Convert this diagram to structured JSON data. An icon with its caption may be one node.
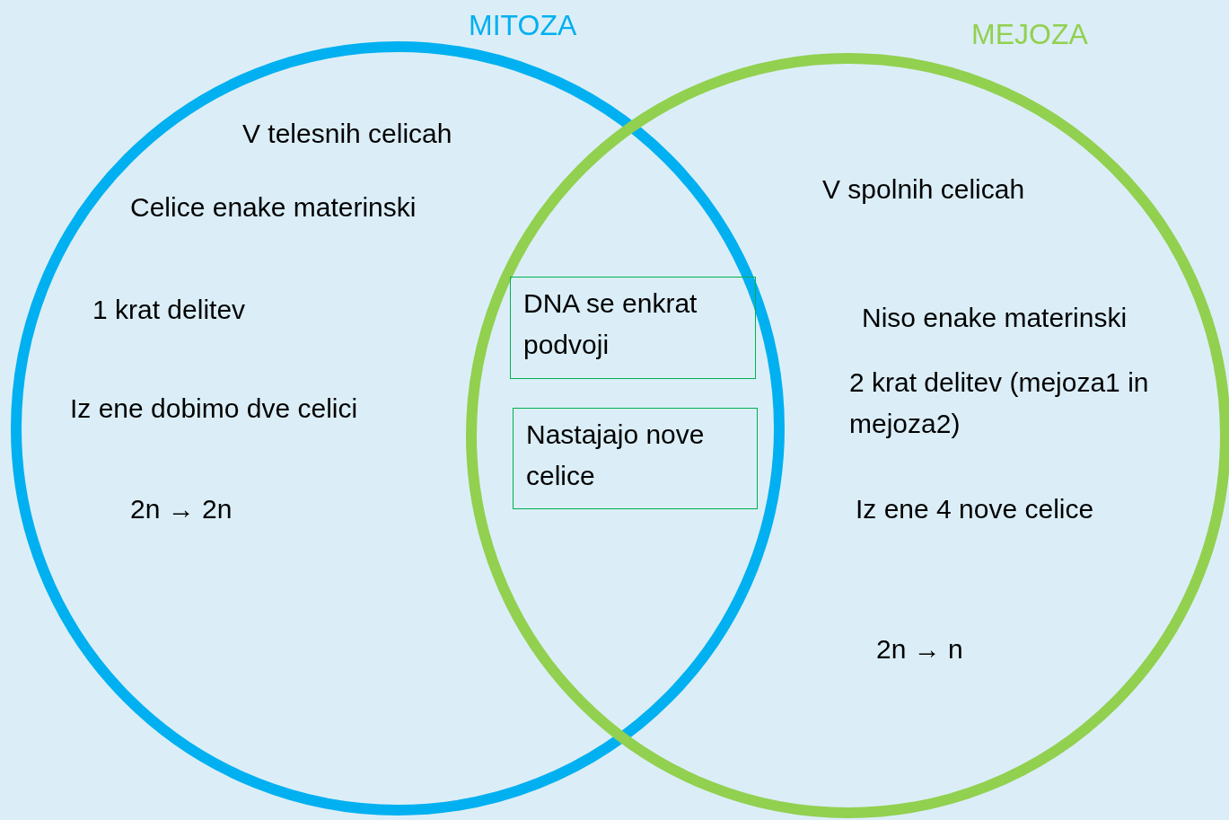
{
  "diagram": {
    "nodes": [
      {
        "text": [
          "MITOZA"
        ]
      },
      {
        "text": [
          "MEJOZA"
        ]
      },
      {
        "text": [
          "DNA se enkrat podvoji"
        ]
      },
      {
        "text": [
          "Nastajajo nove celice"
        ]
      }
    ],
    "labels": [
      "V telesnih celicah",
      "Celice enake materinski",
      "1 krat delitev",
      "Iz ene dobimo dve celici",
      "2n → 2n",
      "V spolnih celicah",
      "Niso enake materinski",
      "2 krat delitev (mejoza1 in mejoza2)",
      "Iz ene 4 nove celice",
      "2n → n"
    ]
  }
}
